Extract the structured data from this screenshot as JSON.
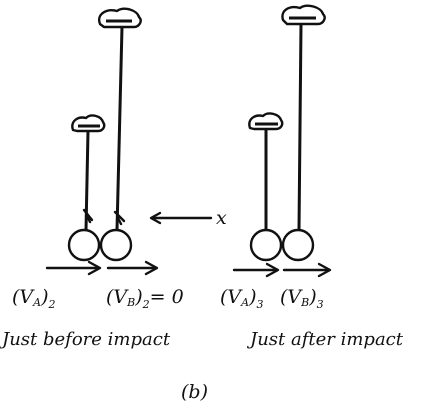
{
  "figure": {
    "labels": {
      "va_before": "(V",
      "va_before_sub": "A",
      "va_before_close": ")",
      "va_before_index": "2",
      "vb_before": "(V",
      "vb_before_sub": "B",
      "vb_before_close": ")",
      "vb_before_index": "2",
      "vb_before_value": "= 0",
      "va_after": "(V",
      "va_after_sub": "A",
      "va_after_close": ")",
      "va_after_index": "3",
      "vb_after": "(V",
      "vb_after_sub": "B",
      "vb_after_close": ")",
      "vb_after_index": "3",
      "x_label": "x"
    },
    "captions": {
      "before": "Just before impact",
      "after": "Just after impact",
      "part": "(b)"
    }
  }
}
